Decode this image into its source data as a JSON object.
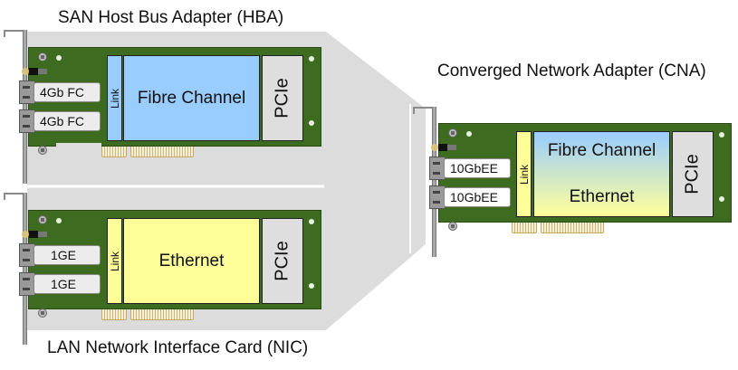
{
  "colors": {
    "board": "#3d6b1f",
    "fibre_channel": "#99ccff",
    "ethernet": "#ffff99",
    "pcie": "#dedede",
    "funnel": "#dcdcdc"
  },
  "hba": {
    "title": "SAN Host Bus Adapter (HBA)",
    "ports": [
      "4Gb FC",
      "4Gb FC"
    ],
    "link_label": "Link",
    "main_label": "Fibre Channel",
    "bus_label": "PCIe"
  },
  "nic": {
    "title": "LAN Network Interface Card (NIC)",
    "ports": [
      "1GE",
      "1GE"
    ],
    "link_label": "Link",
    "main_label": "Ethernet",
    "bus_label": "PCIe"
  },
  "cna": {
    "title": "Converged Network Adapter (CNA)",
    "ports": [
      "10GbEE",
      "10GbEE"
    ],
    "link_label": "Link",
    "main_label_top": "Fibre Channel",
    "main_label_bottom": "Ethernet",
    "bus_label": "PCIe"
  }
}
